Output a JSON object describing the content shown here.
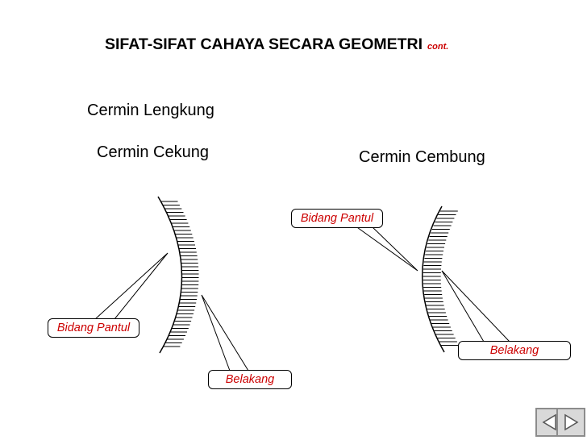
{
  "title": {
    "main": "SIFAT-SIFAT CAHAYA SECARA GEOMETRI",
    "suffix": "cont."
  },
  "section": "Cermin Lengkung",
  "concave": {
    "label": "Cermin Cekung",
    "surface_label": "Bidang Pantul",
    "back_label": "Belakang"
  },
  "convex": {
    "label": "Cermin Cembung",
    "surface_label": "Bidang Pantul",
    "back_label": "Belakang"
  },
  "nav": {
    "prev_icon": "back-arrow-icon",
    "next_icon": "forward-arrow-icon"
  },
  "colors": {
    "callout_text": "#cc0000",
    "outline": "#000000",
    "button_bg": "#d9d9d9"
  }
}
